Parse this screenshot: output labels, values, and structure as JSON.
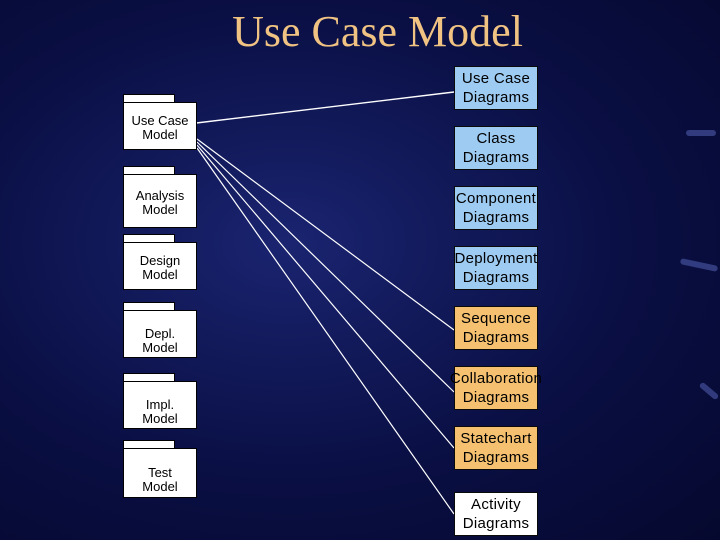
{
  "title": "Use Case Model",
  "models": [
    {
      "label": "Use Case\nModel"
    },
    {
      "label": "Analysis\nModel"
    },
    {
      "label": "Design\nModel"
    },
    {
      "label": "Depl.\nModel"
    },
    {
      "label": "Impl.\nModel"
    },
    {
      "label": "Test\nModel"
    }
  ],
  "diagrams": [
    {
      "label": "Use Case\nDiagrams",
      "color": "#9ecbf2"
    },
    {
      "label": "Class\nDiagrams",
      "color": "#9ecbf2"
    },
    {
      "label": "Component\nDiagrams",
      "color": "#9ecbf2"
    },
    {
      "label": "Deployment\nDiagrams",
      "color": "#9ecbf2"
    },
    {
      "label": "Sequence\nDiagrams",
      "color": "#f5c170"
    },
    {
      "label": "Collaboration\nDiagrams",
      "color": "#f5c170"
    },
    {
      "label": "Statechart\nDiagrams",
      "color": "#f5c170"
    },
    {
      "label": "Activity\nDiagrams",
      "color": "#ffffff"
    }
  ],
  "links_from_use_case_model_to": [
    "Use Case\nDiagrams",
    "Sequence\nDiagrams",
    "Collaboration\nDiagrams",
    "Statechart\nDiagrams",
    "Activity\nDiagrams"
  ]
}
